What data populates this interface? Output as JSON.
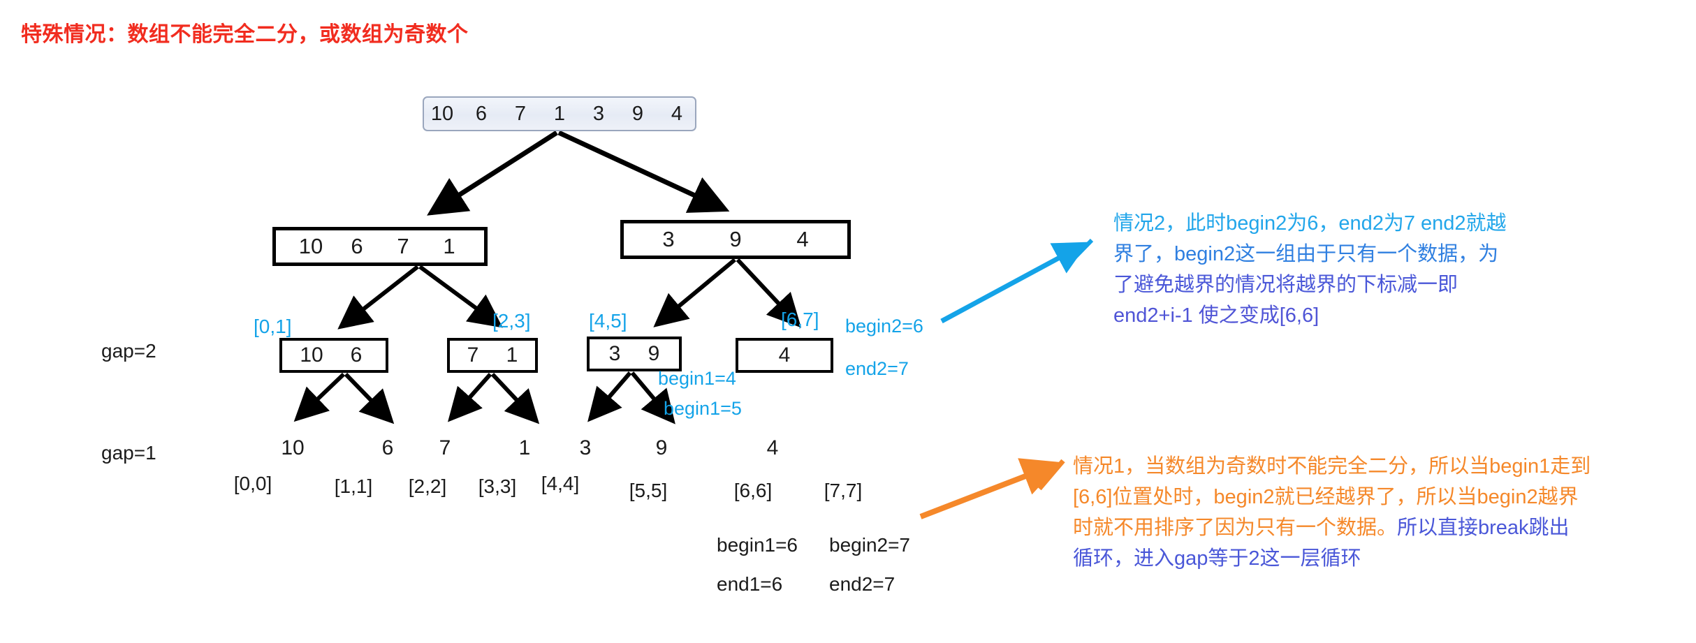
{
  "title": "特殊情况：数组不能完全二分，或数组为奇数个",
  "colors": {
    "title_red": "#f12c1f",
    "cyan": "#14a3e8",
    "orange": "#f5882a",
    "blue_violet": "#4a57d8",
    "box_border": "#000000",
    "root_box_border": "#9aa6bd"
  },
  "tree": {
    "root": {
      "values": [
        "10",
        "6",
        "7",
        "1",
        "3",
        "9",
        "4"
      ]
    },
    "level2": {
      "left": {
        "values": [
          "10",
          "6",
          "7",
          "1"
        ]
      },
      "right": {
        "values": [
          "3",
          "9",
          "4"
        ]
      }
    },
    "level3": {
      "boxes": [
        {
          "values": [
            "10",
            "6"
          ],
          "range": "[0,1]"
        },
        {
          "values": [
            "7",
            "1"
          ],
          "range": "[2,3]"
        },
        {
          "values": [
            "3",
            "9"
          ],
          "range": "[4,5]"
        },
        {
          "values": [
            "4"
          ],
          "range": "[6,7]"
        }
      ]
    },
    "leaves": [
      {
        "value": "10",
        "range": "[0,0]"
      },
      {
        "value": "6",
        "range": "[1,1]"
      },
      {
        "value": "7",
        "range": "[2,2]"
      },
      {
        "value": "1",
        "range": "[3,3]"
      },
      {
        "value": "3",
        "range": "[4,4]"
      },
      {
        "value": "9",
        "range": "[5,5]"
      },
      {
        "value": "4",
        "range": "[6,6]"
      },
      {
        "value": "",
        "range": "[7,7]"
      }
    ]
  },
  "gap_labels": {
    "gap2": "gap=2",
    "gap1": "gap=1"
  },
  "inline_markers": {
    "begin1_4": "begin1=4",
    "begin1_5": "begin1=5",
    "begin2_6": "begin2=6",
    "end2_7": "end2=7"
  },
  "bottom_markers": {
    "begin1": "begin1=6",
    "begin2": "begin2=7",
    "end1": "end1=6",
    "end2": "end2=7"
  },
  "callout_blue": {
    "line1": "情况2，此时begin2为6，end2为7 end2就越",
    "line2": "界了，begin2这一组由于只有一个数据，为",
    "line3": "了避免越界的情况将越界的下标减一即",
    "line4": "end2+i-1 使之变成[6,6]"
  },
  "callout_orange": {
    "line1": "情况1，当数组为奇数时不能完全二分，所以当begin1走到",
    "line2": "[6,6]位置处时，begin2就已经越界了，所以当begin2越界",
    "line3_orange": "时就不用排序了因为只有一个数据。",
    "line3_blue": "所以直接break跳出",
    "line4": "循环，进入gap等于2这一层循环"
  }
}
